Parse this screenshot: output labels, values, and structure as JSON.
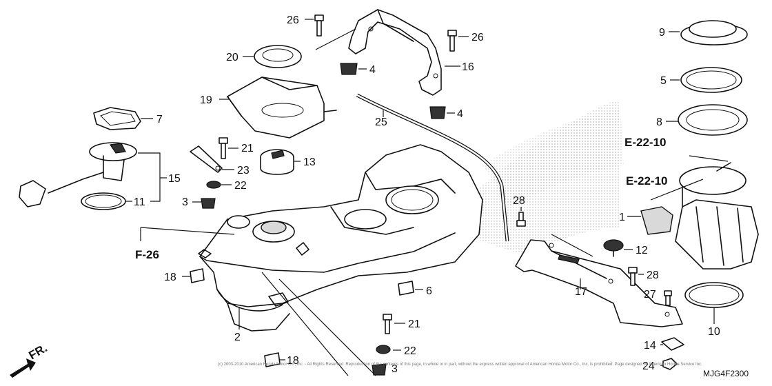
{
  "callouts": {
    "c1": "1",
    "c2": "2",
    "c3a": "3",
    "c3b": "3",
    "c4a": "4",
    "c4b": "4",
    "c5": "5",
    "c6": "6",
    "c7": "7",
    "c8": "8",
    "c9": "9",
    "c10": "10",
    "c11": "11",
    "c12": "12",
    "c13": "13",
    "c14": "14",
    "c15": "15",
    "c16": "16",
    "c17": "17",
    "c18a": "18",
    "c18b": "18",
    "c19": "19",
    "c20": "20",
    "c21a": "21",
    "c21b": "21",
    "c22a": "22",
    "c22b": "22",
    "c23": "23",
    "c24": "24",
    "c25": "25",
    "c26a": "26",
    "c26b": "26",
    "c27": "27",
    "c28a": "28",
    "c28b": "28"
  },
  "references": {
    "e22_top": "E-22-10",
    "e22_mid": "E-22-10",
    "f26": "F-26",
    "front": "FR."
  },
  "diagram_code": "MJG4F2300",
  "copyright": "(c) 2003-2010 American Honda Motor Co., Inc. - All Rights Reserved. Reproduction of the contents of this page, in whole or in part, without the express written approval of American Honda Motor Co., Inc. is prohibited. Page designed by American Honda Service Inc."
}
